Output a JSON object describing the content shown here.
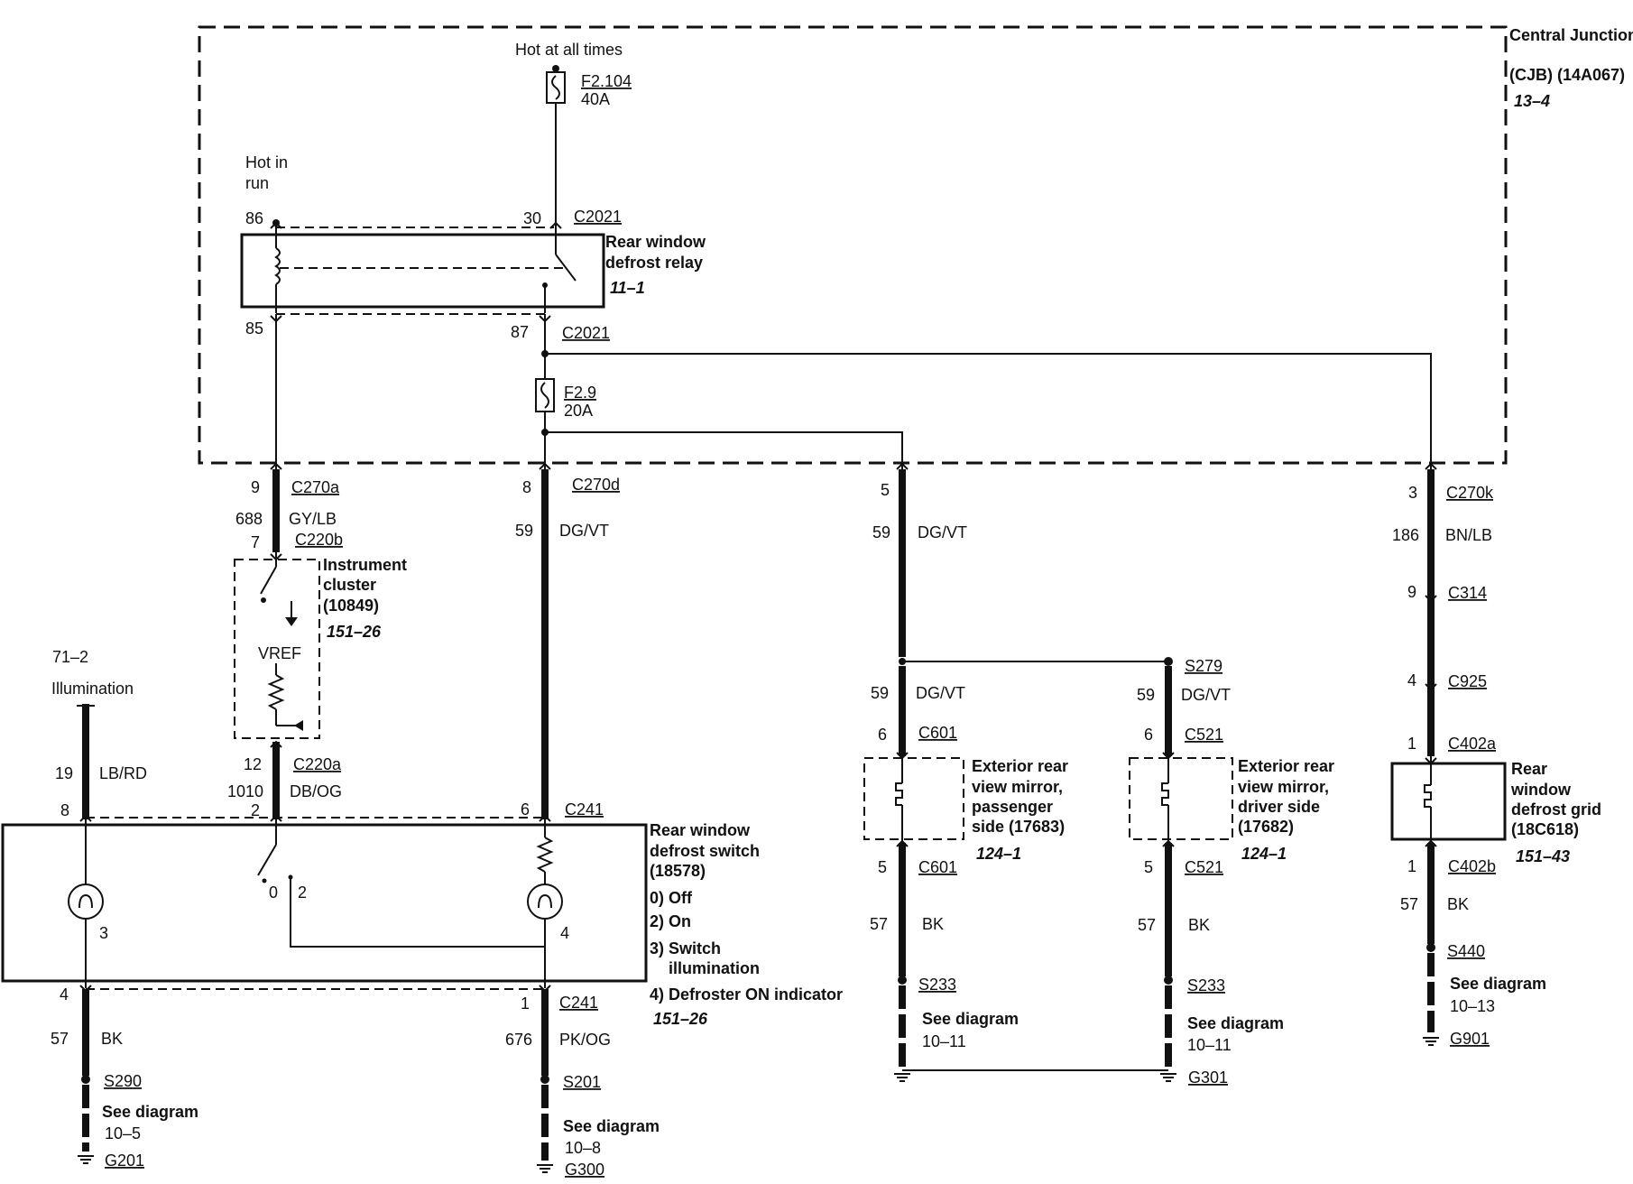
{
  "cjb": {
    "name": "Central Junction Box",
    "abbr": "(CJB) (14A067)",
    "ref": "13–4"
  },
  "power": {
    "hot_all_times": "Hot at all times",
    "hot_in_run_1": "Hot in",
    "hot_in_run_2": "run"
  },
  "fuses": [
    {
      "id": "F2.104",
      "rating": "40A"
    },
    {
      "id": "F2.9",
      "rating": "20A"
    }
  ],
  "relay": {
    "name_1": "Rear window",
    "name_2": "defrost relay",
    "ref": "11–1",
    "pins": {
      "p86": "86",
      "p30": "30",
      "p85": "85",
      "p87": "87"
    },
    "connector": "C2021"
  },
  "connectors": {
    "c270a": "C270a",
    "c270d": "C270d",
    "c270k": "C270k",
    "c220b": "C220b",
    "c220a": "C220a",
    "c241": "C241",
    "c314": "C314",
    "c925": "C925",
    "c402a": "C402a",
    "c402b": "C402b",
    "c601": "C601",
    "c521": "C521"
  },
  "splices": {
    "s279": "S279",
    "s290": "S290",
    "s201": "S201",
    "s233": "S233",
    "s440": "S440"
  },
  "grounds": {
    "g201": "G201",
    "g300": "G300",
    "g301": "G301",
    "g901": "G901"
  },
  "pins": {
    "p9": "9",
    "p8": "8",
    "p5": "5",
    "p3": "3",
    "p7": "7",
    "p4": "4",
    "p1": "1",
    "p6": "6",
    "p12": "12",
    "p2": "2",
    "p0": "0"
  },
  "circuits": {
    "c688": "688",
    "c59": "59",
    "c186": "186",
    "c19": "19",
    "c1010": "1010",
    "c57": "57",
    "c676": "676"
  },
  "colors": {
    "gylb": "GY/LB",
    "dgvt": "DG/VT",
    "bnlb": "BN/LB",
    "lbrd": "LB/RD",
    "dbog": "DB/OG",
    "bk": "BK",
    "pkog": "PK/OG"
  },
  "cluster": {
    "name_1": "Instrument",
    "name_2": "cluster",
    "code": "(10849)",
    "ref": "151–26",
    "vref": "VREF"
  },
  "illumination": {
    "ref": "71–2",
    "label": "Illumination"
  },
  "switch": {
    "name_1": "Rear window",
    "name_2": "defrost switch",
    "code": "(18578)",
    "legend": [
      "0) Off",
      "2) On",
      "3) Switch",
      "illumination",
      "4) Defroster ON indicator"
    ],
    "ref": "151–26"
  },
  "mirror_pass": {
    "name": [
      "Exterior rear",
      "view mirror,",
      "passenger",
      "side (17683)"
    ],
    "ref": "124–1"
  },
  "mirror_drv": {
    "name": [
      "Exterior rear",
      "view mirror,",
      "driver side",
      "(17682)"
    ],
    "ref": "124–1"
  },
  "grid": {
    "name": [
      "Rear",
      "window",
      "defrost grid",
      "(18C618)"
    ],
    "ref": "151–43"
  },
  "see": {
    "label": "See diagram",
    "d10_5": "10–5",
    "d10_8": "10–8",
    "d10_11": "10–11",
    "d10_13": "10–13"
  }
}
